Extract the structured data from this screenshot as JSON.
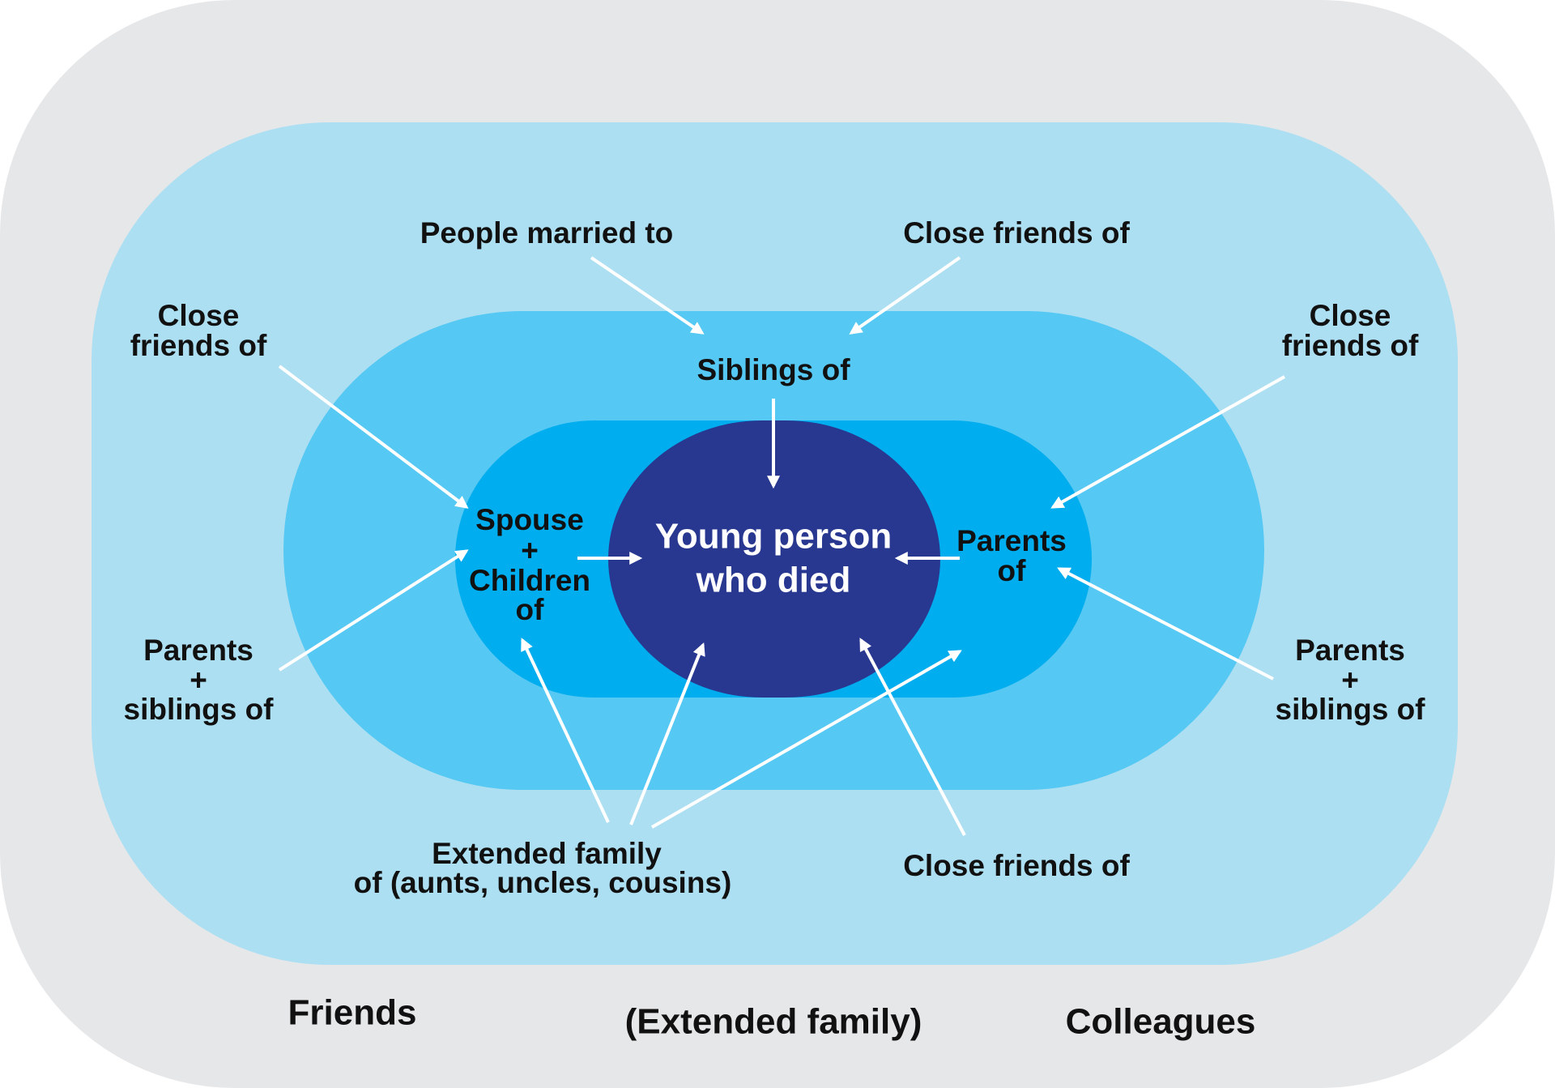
{
  "colors": {
    "outer": "#e6e7e9",
    "ring1": "#addff2",
    "ring2": "#55c8f3",
    "ring3": "#00adee",
    "center": "#283891",
    "arrow": "#ffffff"
  },
  "center": {
    "line1": "Young person",
    "line2": "who died"
  },
  "labels": {
    "people_married_to": "People married to",
    "close_friends_top": "Close friends of",
    "close_friends_left": {
      "line1": "Close",
      "line2": "friends of"
    },
    "close_friends_right": {
      "line1": "Close",
      "line2": "friends of"
    },
    "siblings_of": "Siblings of",
    "spouse_children": {
      "line1": "Spouse",
      "line2": "+",
      "line3": "Children",
      "line4": "of"
    },
    "parents_of": {
      "line1": "Parents",
      "line2": "of"
    },
    "parents_siblings_left": {
      "line1": "Parents",
      "line2": "+",
      "line3": "siblings of"
    },
    "parents_siblings_right": {
      "line1": "Parents",
      "line2": "+",
      "line3": "siblings of"
    },
    "extended_family": {
      "line1": "Extended family",
      "line2": "of (aunts, uncles, cousins)"
    },
    "close_friends_bottom": "Close friends of"
  },
  "outer_labels": {
    "friends": "Friends",
    "extended_family": "(Extended family)",
    "colleagues": "Colleagues"
  }
}
